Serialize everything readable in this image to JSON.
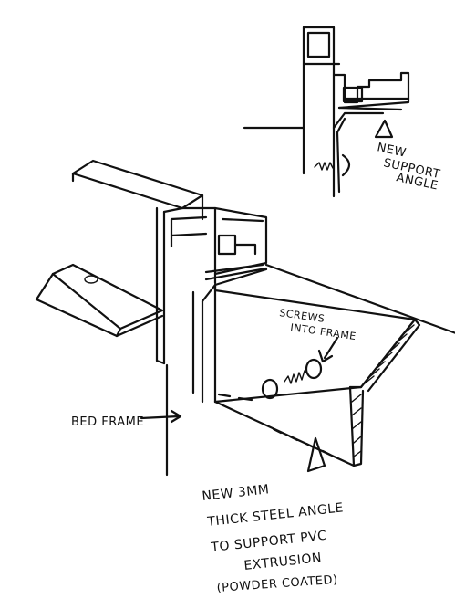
{
  "labels": {
    "detail": {
      "line1": "NEW",
      "line2": "SUPPORT",
      "line3": "ANGLE"
    },
    "screws": {
      "line1": "SCREWS",
      "line2": "INTO FRAME"
    },
    "bed_frame": "BED FRAME",
    "note": {
      "line1": "NEW 3MM",
      "line2": "THICK STEEL ANGLE",
      "line3": "TO SUPPORT PVC",
      "line4": "EXTRUSION",
      "line5": "(POWDER COATED)"
    }
  },
  "colors": {
    "ink": "#111111",
    "paper": "#ffffff"
  }
}
